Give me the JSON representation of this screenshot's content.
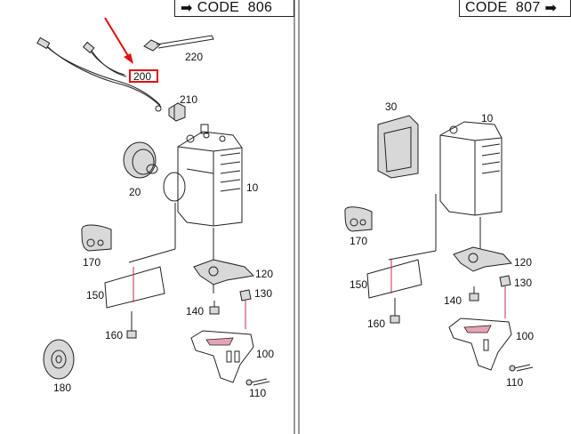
{
  "header": {
    "left_code": "CODE  806",
    "right_code": "CODE  807"
  },
  "callouts": {
    "highlighted": "200",
    "left": {
      "p220": "220",
      "p210": "210",
      "p20": "20",
      "p10": "10",
      "p170": "170",
      "p150": "150",
      "p120": "120",
      "p130": "130",
      "p140": "140",
      "p160": "160",
      "p100": "100",
      "p180": "180",
      "p110": "110"
    },
    "right": {
      "p30": "30",
      "p10": "10",
      "p170": "170",
      "p150": "150",
      "p120": "120",
      "p130": "130",
      "p140": "140",
      "p160": "160",
      "p100": "100",
      "p110": "110"
    }
  },
  "colors": {
    "highlight": "#e01010",
    "accent_lines": "#c0304a"
  }
}
